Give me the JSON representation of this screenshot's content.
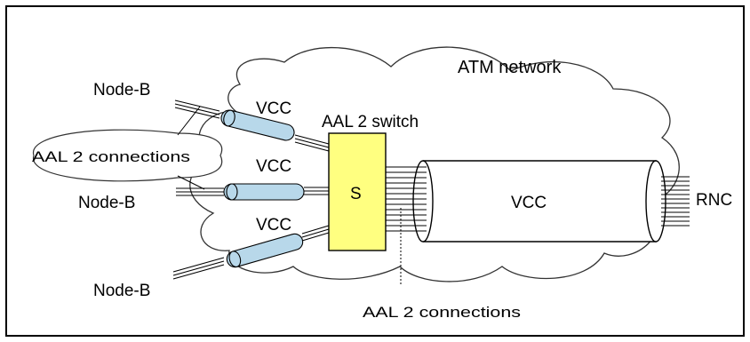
{
  "labels": {
    "network": "ATM network",
    "node_b_top": "Node-B",
    "node_b_mid": "Node-B",
    "node_b_bot": "Node-B",
    "aal2_conn_left": "AAL 2 connections",
    "aal2_conn_bottom": "AAL 2 connections",
    "aal2_switch": "AAL 2 switch",
    "switch_symbol": "S",
    "vcc_top": "VCC",
    "vcc_mid": "VCC",
    "vcc_bot": "VCC",
    "vcc_main": "VCC",
    "rnc": "RNC"
  },
  "colors": {
    "tube_fill": "#b8d8ea",
    "switch_fill": "#ffff80",
    "line": "#000000"
  }
}
